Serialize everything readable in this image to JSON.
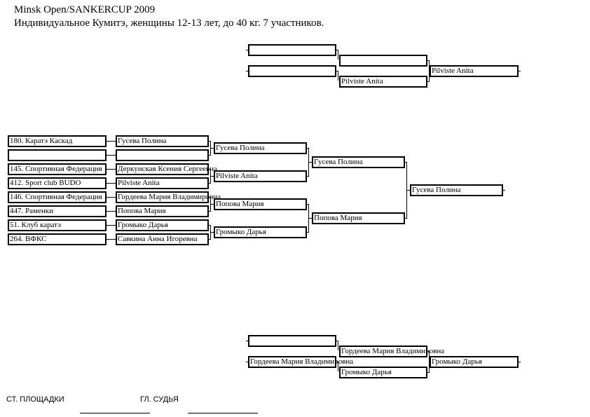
{
  "header": {
    "line1": "Minsk Open/SANKERCUP 2009",
    "line2": "Индивидуальное Кумитэ, женщины 12-13 лет, до  40 кг. 7 участников."
  },
  "clubs": [
    "180. Каратэ Каскад",
    "",
    "145. Спортивная Федерация",
    "412. Sport club BUDO",
    "146. Спортивная Федерация",
    "447. Раменки",
    "51. Клуб каратэ",
    "264. ВФКС"
  ],
  "round1": [
    "Гусева Полина",
    "",
    "Деркунская Ксения Сергеевна",
    "Pilviste Anita",
    "Гордеева Мария Владимировна",
    "Попова Мария",
    "Громыко Дарья",
    "Савкина Анна Игоревна"
  ],
  "round2": [
    "Гусева Полина",
    "Pilviste Anita",
    "Попова Мария",
    "Громыко Дарья"
  ],
  "semis": [
    "Гусева Полина",
    "Попова Мария"
  ],
  "final": "Гусева Полина",
  "repechage_top": {
    "r1": [
      "",
      ""
    ],
    "r2": [
      "",
      "Pilviste Anita"
    ],
    "winner": "Pilviste Anita"
  },
  "repechage_bottom": {
    "r1": [
      "",
      "Гордеева Мария Владимировна"
    ],
    "r2": [
      "Гордеева Мария Владимировна",
      "Громыко Дарья"
    ],
    "winner": "Громыко Дарья"
  },
  "footer": {
    "referee": "СТ. ПЛОЩАДКИ",
    "chief": "ГЛ. СУДЬЯ"
  }
}
